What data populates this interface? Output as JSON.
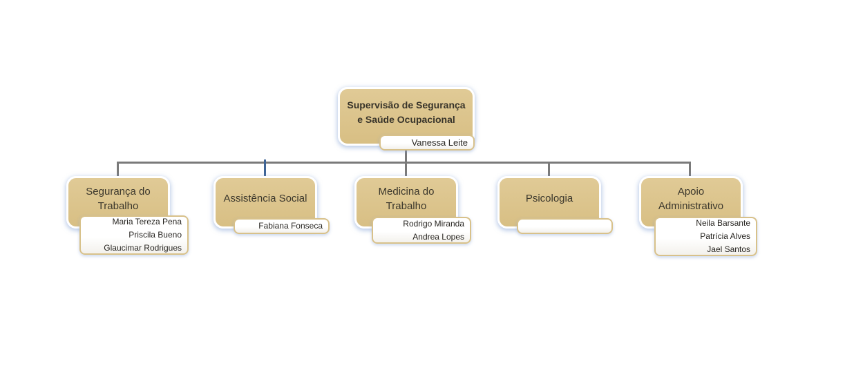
{
  "diagram": {
    "type": "org-chart",
    "root": {
      "title": "Supervisão de Segurança\ne Saúde Ocupacional",
      "members": [
        "Vanessa Leite"
      ]
    },
    "branches": [
      {
        "title": "Segurança do\nTrabalho",
        "members": [
          "Maria Tereza Pena",
          "Priscila Bueno",
          "Glaucimar Rodrigues"
        ]
      },
      {
        "title": "Assistência Social",
        "members": [
          "Fabiana Fonseca"
        ]
      },
      {
        "title": "Medicina do\nTrabalho",
        "members": [
          "Rodrigo Miranda",
          "Andrea Lopes"
        ]
      },
      {
        "title": "Psicologia",
        "members": []
      },
      {
        "title": "Apoio\nAdministrativo",
        "members": [
          "Neila Barsante",
          "Patrícia Alves",
          "Jael Santos"
        ]
      }
    ],
    "colors": {
      "node_fill": "#dcc48c",
      "node_border": "#ffffff",
      "node_glow": "#80a0d4",
      "name_box_fill": "#ffffff",
      "name_box_border": "#d8c18a",
      "connector": "#7a7a7a",
      "connector_highlight": "#3e6496",
      "title_text": "#38342a",
      "name_text": "#272521",
      "background": "#ffffff"
    }
  }
}
